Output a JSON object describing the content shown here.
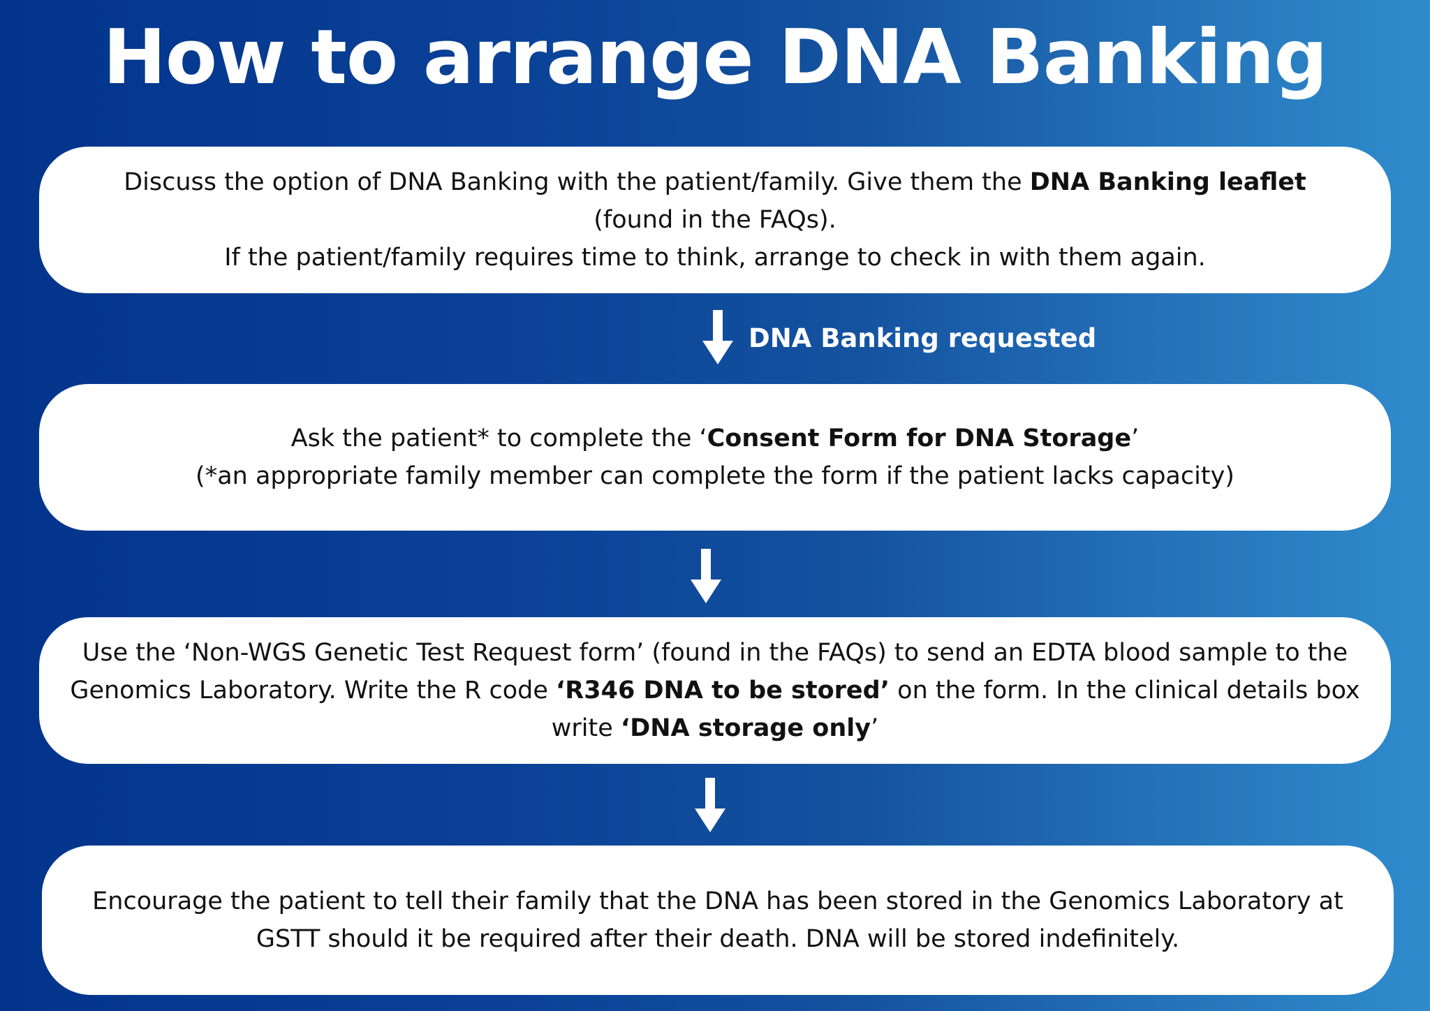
{
  "title": "How to arrange DNA Banking",
  "steps": [
    {
      "line1_pre": "Discuss the option of DNA Banking with the patient/family. Give them the ",
      "line1_bold": "DNA Banking leaflet",
      "line2": "(found in the FAQs).",
      "line3": "If the patient/family requires time to think, arrange to check in with them again."
    },
    {
      "line1_pre": "Ask the patient* to complete the ‘",
      "line1_bold": "Consent Form for DNA Storage",
      "line1_post": "’",
      "line2": "(*an appropriate family member can complete the form if the patient lacks capacity)"
    },
    {
      "seg1": "Use the ‘Non-WGS Genetic Test Request form’ (found in the FAQs) to send an EDTA blood sample to the Genomics Laboratory. Write the R code ",
      "bold1": "‘R346 DNA to be stored’",
      "seg2": " on the form. In the clinical details box write ",
      "bold2": "‘DNA storage only",
      "seg3": "’"
    },
    {
      "text": "Encourage the patient to tell their family that the DNA has been stored in the Genomics Laboratory at GSTT should it be required after their death. DNA will be stored indefinitely."
    }
  ],
  "arrow_label": "DNA Banking requested",
  "colors": {
    "background_left": "#03348c",
    "background_right": "#2f8ccc",
    "box": "#ffffff",
    "text": "#111111",
    "title": "#ffffff"
  },
  "icons": [
    "down-arrow-icon",
    "down-arrow-icon",
    "down-arrow-icon"
  ]
}
